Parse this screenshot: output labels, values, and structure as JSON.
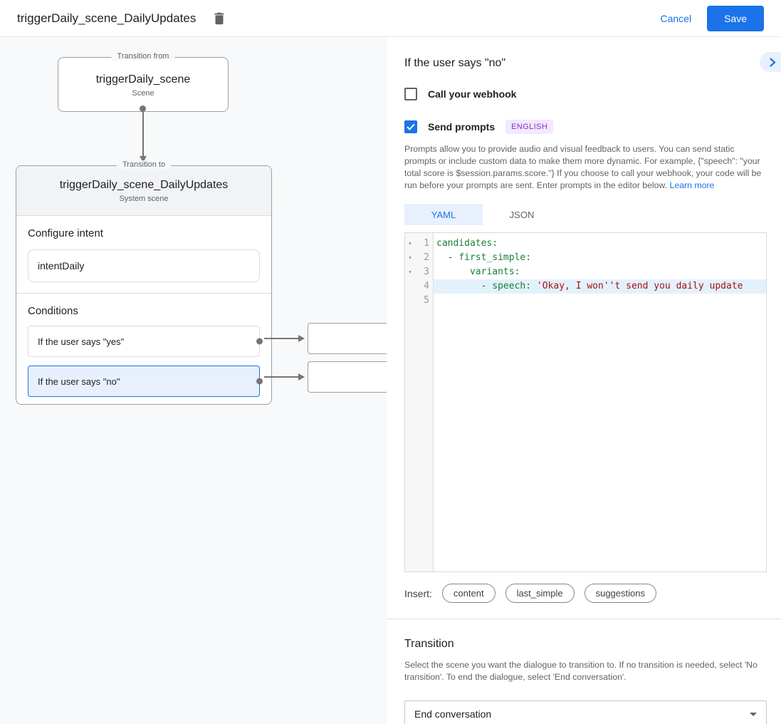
{
  "header": {
    "title": "triggerDaily_scene_DailyUpdates",
    "cancel_label": "Cancel",
    "save_label": "Save"
  },
  "flow": {
    "from": {
      "legend": "Transition from",
      "title": "triggerDaily_scene",
      "subtitle": "Scene"
    },
    "to": {
      "legend": "Transition to",
      "title": "triggerDaily_scene_DailyUpdates",
      "subtitle": "System scene",
      "intent_section": {
        "label": "Configure intent",
        "value": "intentDaily"
      },
      "conditions_section": {
        "label": "Conditions",
        "items": [
          {
            "label": "If the user says \"yes\"",
            "selected": false
          },
          {
            "label": "If the user says \"no\"",
            "selected": true
          }
        ]
      }
    }
  },
  "panel": {
    "title": "If the user says \"no\"",
    "webhook_checkbox": {
      "label": "Call your webhook",
      "checked": false
    },
    "prompts_checkbox": {
      "label": "Send prompts",
      "checked": true,
      "badge": "ENGLISH"
    },
    "description": "Prompts allow you to provide audio and visual feedback to users. You can send static prompts or include custom data to make them more dynamic. For example, {\"speech\": \"your total score is $session.params.score.\"} If you choose to call your webhook, your code will be run before your prompts are sent. Enter prompts in the editor below. ",
    "learn_more": "Learn more",
    "tabs": [
      {
        "label": "YAML",
        "active": true
      },
      {
        "label": "JSON",
        "active": false
      }
    ],
    "editor": {
      "lines": [
        {
          "num": "1",
          "fold": true,
          "tokens": {
            "key": "candidates:"
          }
        },
        {
          "num": "2",
          "fold": true,
          "tokens": {
            "plain": "  - ",
            "key": "first_simple:"
          }
        },
        {
          "num": "3",
          "fold": true,
          "tokens": {
            "plain": "      ",
            "key": "variants:"
          }
        },
        {
          "num": "4",
          "fold": false,
          "highlighted": true,
          "tokens": {
            "plain": "        - ",
            "key": "speech: ",
            "string": "'Okay, I won''t send you daily update"
          }
        },
        {
          "num": "5",
          "fold": false,
          "tokens": {}
        }
      ]
    },
    "insert": {
      "label": "Insert:",
      "chips": [
        "content",
        "last_simple",
        "suggestions"
      ]
    },
    "transition": {
      "title": "Transition",
      "description": "Select the scene you want the dialogue to transition to. If no transition is needed, select 'No transition'. To end the dialogue, select 'End conversation'.",
      "select_value": "End conversation"
    }
  },
  "icons": {
    "fold": "▾"
  },
  "colors": {
    "accent_blue": "#1a73e8",
    "selected_row_bg": "#e8f0fe",
    "badge_bg": "#f3e8fd",
    "badge_text": "#8430ce",
    "yaml_key": "#188038",
    "yaml_string": "#aa1111",
    "line_highlight": "#e3f1fd",
    "canvas_bg": "#f8f9fa"
  }
}
